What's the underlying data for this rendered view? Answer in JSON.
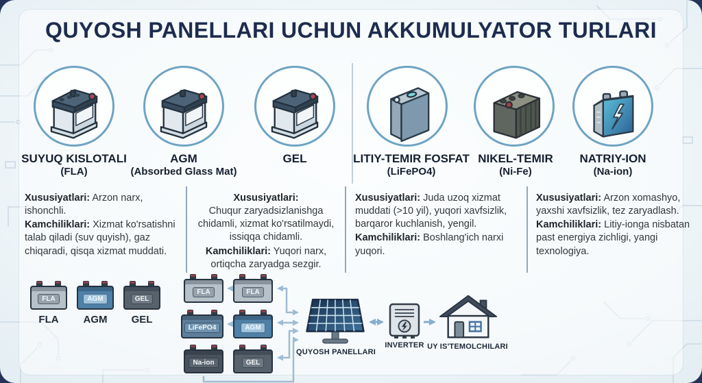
{
  "title": "QUYOSH PANELLARI UCHUN AKKUMULYATOR TURLARI",
  "labels": {
    "features": "Xususiyatlari:",
    "drawbacks": "Kamchiliklari:"
  },
  "battery_types": [
    {
      "name": "SUYUQ KISLOTALI",
      "sub": "(FLA)"
    },
    {
      "name": "AGM",
      "sub": "(Absorbed Glass Mat)"
    },
    {
      "name": "GEL",
      "sub": ""
    },
    {
      "name": "LITIY-TEMIR FOSFAT",
      "sub": "(LiFePO4)"
    },
    {
      "name": "NIKEL-TEMIR",
      "sub": "(Ni-Fe)"
    },
    {
      "name": "NATRIY-ION",
      "sub": "(Na-ion)"
    }
  ],
  "desc_blocks": [
    {
      "features": "Arzon narx, ishonchli.",
      "drawbacks": "Xizmat ko'rsatishni talab qiladi (suv quyish), gaz chiqaradi, qisqa xizmat muddati."
    },
    {
      "features": "Chuqur zaryadsizlanishga chidamli, xizmat ko'rsatilmaydi, issiqqa chidamli.",
      "drawbacks": "Yuqori narx, ortiqcha zaryadga sezgir."
    },
    {
      "features": "Juda uzoq xizmat muddati (>10 yil), yuqori xavfsizlik, barqaror kuchlanish, yengil.",
      "drawbacks": "Boshlang'ich narxi yuqori."
    },
    {
      "features": "Arzon xomashyo, yaxshi xavfsizlik, tez zaryadlash.",
      "drawbacks": "Litiy-ionga nisbatan past energiya zichligi, yangi texnologiya."
    }
  ],
  "legend": {
    "items": [
      {
        "label": "FLA"
      },
      {
        "label": "AGM"
      },
      {
        "label": "GEL"
      }
    ]
  },
  "flow": {
    "grid": [
      "FLA",
      "FLA",
      "LiFePO4",
      "AGM",
      "Na-ion",
      "GEL"
    ],
    "solar_label": "QUYOSH PANELLARI",
    "inverter_label": "INVERTER",
    "house_label": "UY IS'TEMOLCHILARI"
  },
  "colors": {
    "accent_navy": "#1d2c4e",
    "circle_ring": "#6ea3c4",
    "arrow": "#9fbcd2",
    "background": "#eef5f8"
  }
}
